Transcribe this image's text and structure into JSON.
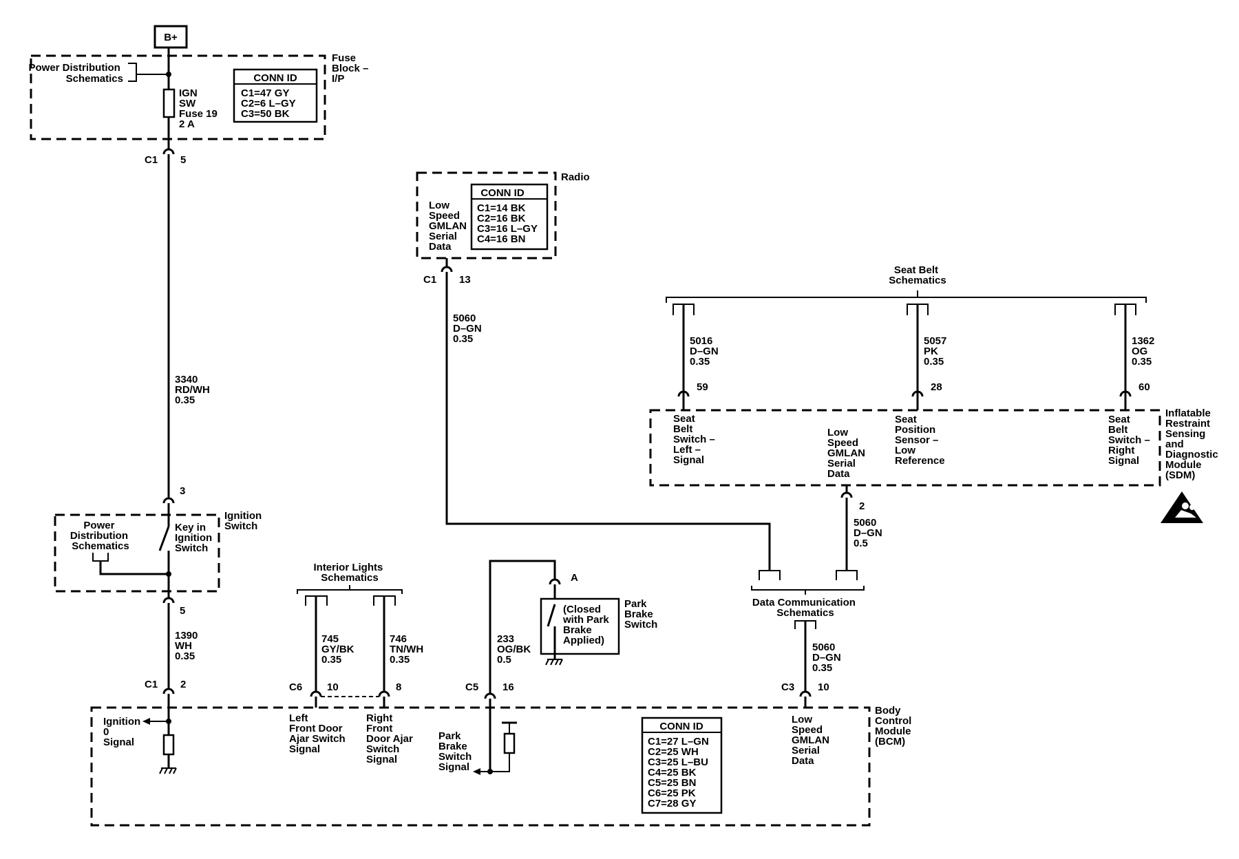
{
  "battery": "B+",
  "fuse_block": {
    "title": [
      "Fuse",
      "Block –",
      "I/P"
    ],
    "power_dist": [
      "Power Distribution",
      "Schematics"
    ],
    "fuse": [
      "IGN",
      "SW",
      "Fuse 19",
      "2 A"
    ],
    "conn_title": "CONN ID",
    "conn": [
      "C1=47 GY",
      "C2=6 L–GY",
      "C3=50 BK"
    ],
    "out_conn": "C1",
    "out_pin": "5"
  },
  "wire_3340": [
    "3340",
    "RD/WH",
    "0.35"
  ],
  "ignition_switch": {
    "title": [
      "Ignition",
      "Switch"
    ],
    "power_dist": [
      "Power",
      "Distribution",
      "Schematics"
    ],
    "key": [
      "Key in",
      "Ignition",
      "Switch"
    ],
    "pin_in": "3",
    "pin_out": "5"
  },
  "wire_1390": [
    "1390",
    "WH",
    "0.35"
  ],
  "radio": {
    "title": "Radio",
    "signal": [
      "Low",
      "Speed",
      "GMLAN",
      "Serial",
      "Data"
    ],
    "conn_title": "CONN ID",
    "conn": [
      "C1=14 BK",
      "C2=16 BK",
      "C3=16 L–GY",
      "C4=16 BN"
    ],
    "out_conn": "C1",
    "out_pin": "13"
  },
  "wire_5060_radio": [
    "5060",
    "D–GN",
    "0.35"
  ],
  "seat_belt": {
    "title": [
      "Seat Belt",
      "Schematics"
    ]
  },
  "wire_5016": [
    "5016",
    "D–GN",
    "0.35"
  ],
  "wire_5057": [
    "5057",
    "PK",
    "0.35"
  ],
  "wire_1362": [
    "1362",
    "OG",
    "0.35"
  ],
  "sdm": {
    "pins": [
      "59",
      "28",
      "60",
      "2"
    ],
    "title": [
      "Inflatable",
      "Restraint",
      "Sensing",
      "and",
      "Diagnostic",
      "Module",
      "(SDM)"
    ],
    "sig_left": [
      "Seat",
      "Belt",
      "Switch –",
      "Left –",
      "Signal"
    ],
    "sig_gmlan": [
      "Low",
      "Speed",
      "GMLAN",
      "Serial",
      "Data"
    ],
    "sig_pos": [
      "Seat",
      "Position",
      "Sensor –",
      "Low",
      "Reference"
    ],
    "sig_right": [
      "Seat",
      "Belt",
      "Switch –",
      "Right",
      "Signal"
    ]
  },
  "wire_5060_sdm": [
    "5060",
    "D–GN",
    "0.5"
  ],
  "data_comm": {
    "title": [
      "Data Communication",
      "Schematics"
    ]
  },
  "wire_5060_bcm": [
    "5060",
    "D–GN",
    "0.35"
  ],
  "interior_lights": {
    "title": [
      "Interior Lights",
      "Schematics"
    ]
  },
  "wire_745": [
    "745",
    "GY/BK",
    "0.35"
  ],
  "wire_746": [
    "746",
    "TN/WH",
    "0.35"
  ],
  "wire_233": [
    "233",
    "OG/BK",
    "0.5"
  ],
  "park_brake": {
    "pin": "A",
    "note": [
      "(Closed",
      "with Park",
      "Brake",
      "Applied)"
    ],
    "title": [
      "Park",
      "Brake",
      "Switch"
    ]
  },
  "bcm": {
    "title": [
      "Body",
      "Control",
      "Module",
      "(BCM)"
    ],
    "c1": "C1",
    "c1_pin": "2",
    "c6": "C6",
    "c6_pin_a": "10",
    "c6_pin_b": "8",
    "c5": "C5",
    "c5_pin": "16",
    "c3": "C3",
    "c3_pin": "10",
    "ign_sig": [
      "Ignition",
      "0",
      "Signal"
    ],
    "left_door": [
      "Left",
      "Front Door",
      "Ajar Switch",
      "Signal"
    ],
    "right_door": [
      "Right",
      "Front",
      "Door Ajar",
      "Switch",
      "Signal"
    ],
    "park_sig": [
      "Park",
      "Brake",
      "Switch",
      "Signal"
    ],
    "gmlan_sig": [
      "Low",
      "Speed",
      "GMLAN",
      "Serial",
      "Data"
    ],
    "conn_title": "CONN ID",
    "conn": [
      "C1=27 L–GN",
      "C2=25 WH",
      "C3=25 L–BU",
      "C4=25 BK",
      "C5=25 BN",
      "C6=25 PK",
      "C7=28 GY"
    ]
  }
}
